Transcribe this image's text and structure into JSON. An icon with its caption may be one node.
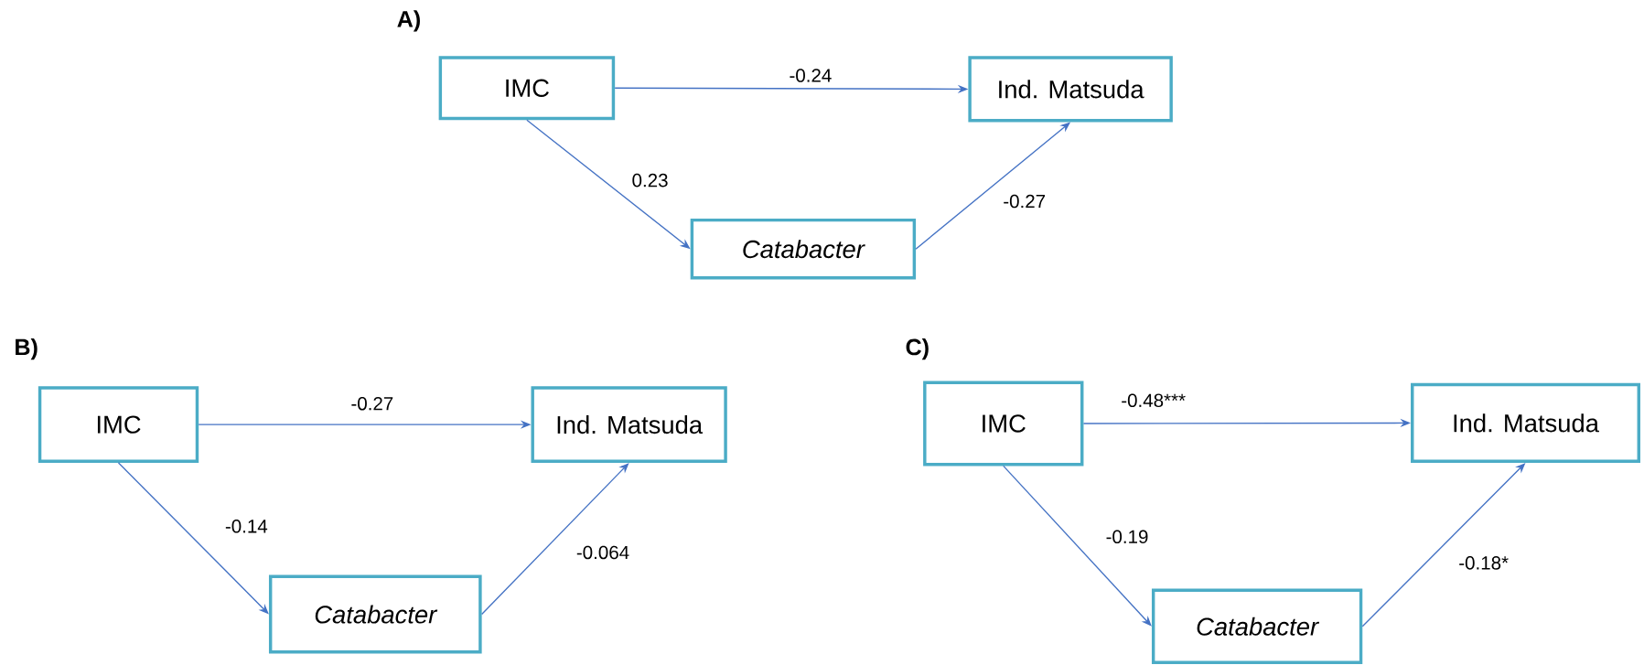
{
  "diagram": {
    "nodes": [
      {
        "text": [
          "IMC"
        ]
      },
      {
        "text": [
          "Ind. Matsuda"
        ]
      },
      {
        "text": [
          "Catabacter"
        ]
      },
      {
        "text": [
          "IMC"
        ]
      },
      {
        "text": [
          "Ind. Matsuda"
        ]
      },
      {
        "text": [
          "Catabacter"
        ]
      },
      {
        "text": [
          "IMC"
        ]
      },
      {
        "text": [
          "Ind. Matsuda"
        ]
      },
      {
        "text": [
          "Catabacter"
        ]
      }
    ],
    "edges": [
      {
        "from": 0,
        "to": 1,
        "arrow": "to",
        "label": "-0.24"
      },
      {
        "from": 0,
        "to": 2,
        "arrow": "to",
        "label": "0.23"
      },
      {
        "from": 2,
        "to": 1,
        "arrow": "to",
        "label": "-0.27"
      },
      {
        "from": 3,
        "to": 4,
        "arrow": "to",
        "label": "-0.27"
      },
      {
        "from": 3,
        "to": 5,
        "arrow": "to",
        "label": "-0.14"
      },
      {
        "from": 5,
        "to": 4,
        "arrow": "to",
        "label": "-0.064"
      },
      {
        "from": 6,
        "to": 7,
        "arrow": "to",
        "label": "-0.48***"
      },
      {
        "from": 6,
        "to": 8,
        "arrow": "to",
        "label": "-0.19"
      },
      {
        "from": 8,
        "to": 7,
        "arrow": "to",
        "label": "-0.18*"
      }
    ],
    "labels": [
      "A)",
      "B)",
      "C)"
    ]
  }
}
